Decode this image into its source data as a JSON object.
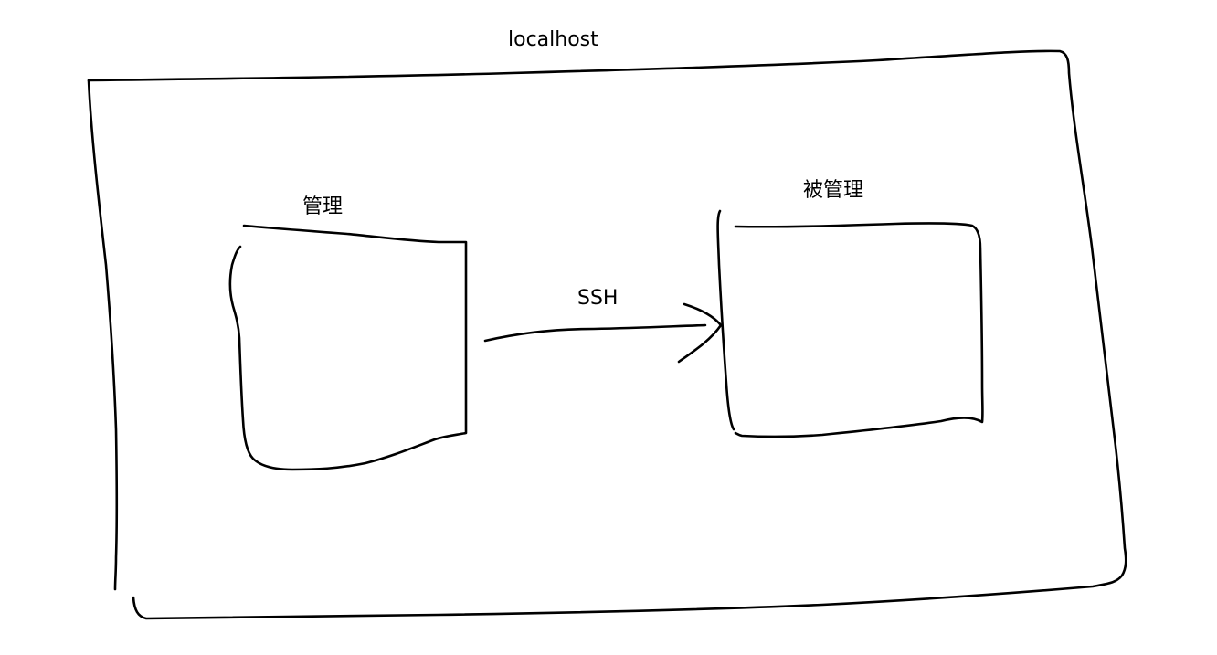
{
  "diagram": {
    "host_label": "localhost",
    "manager_label": "管理",
    "managed_label": "被管理",
    "connection_label": "SSH"
  },
  "colors": {
    "stroke": "#000000",
    "background": "#ffffff"
  }
}
